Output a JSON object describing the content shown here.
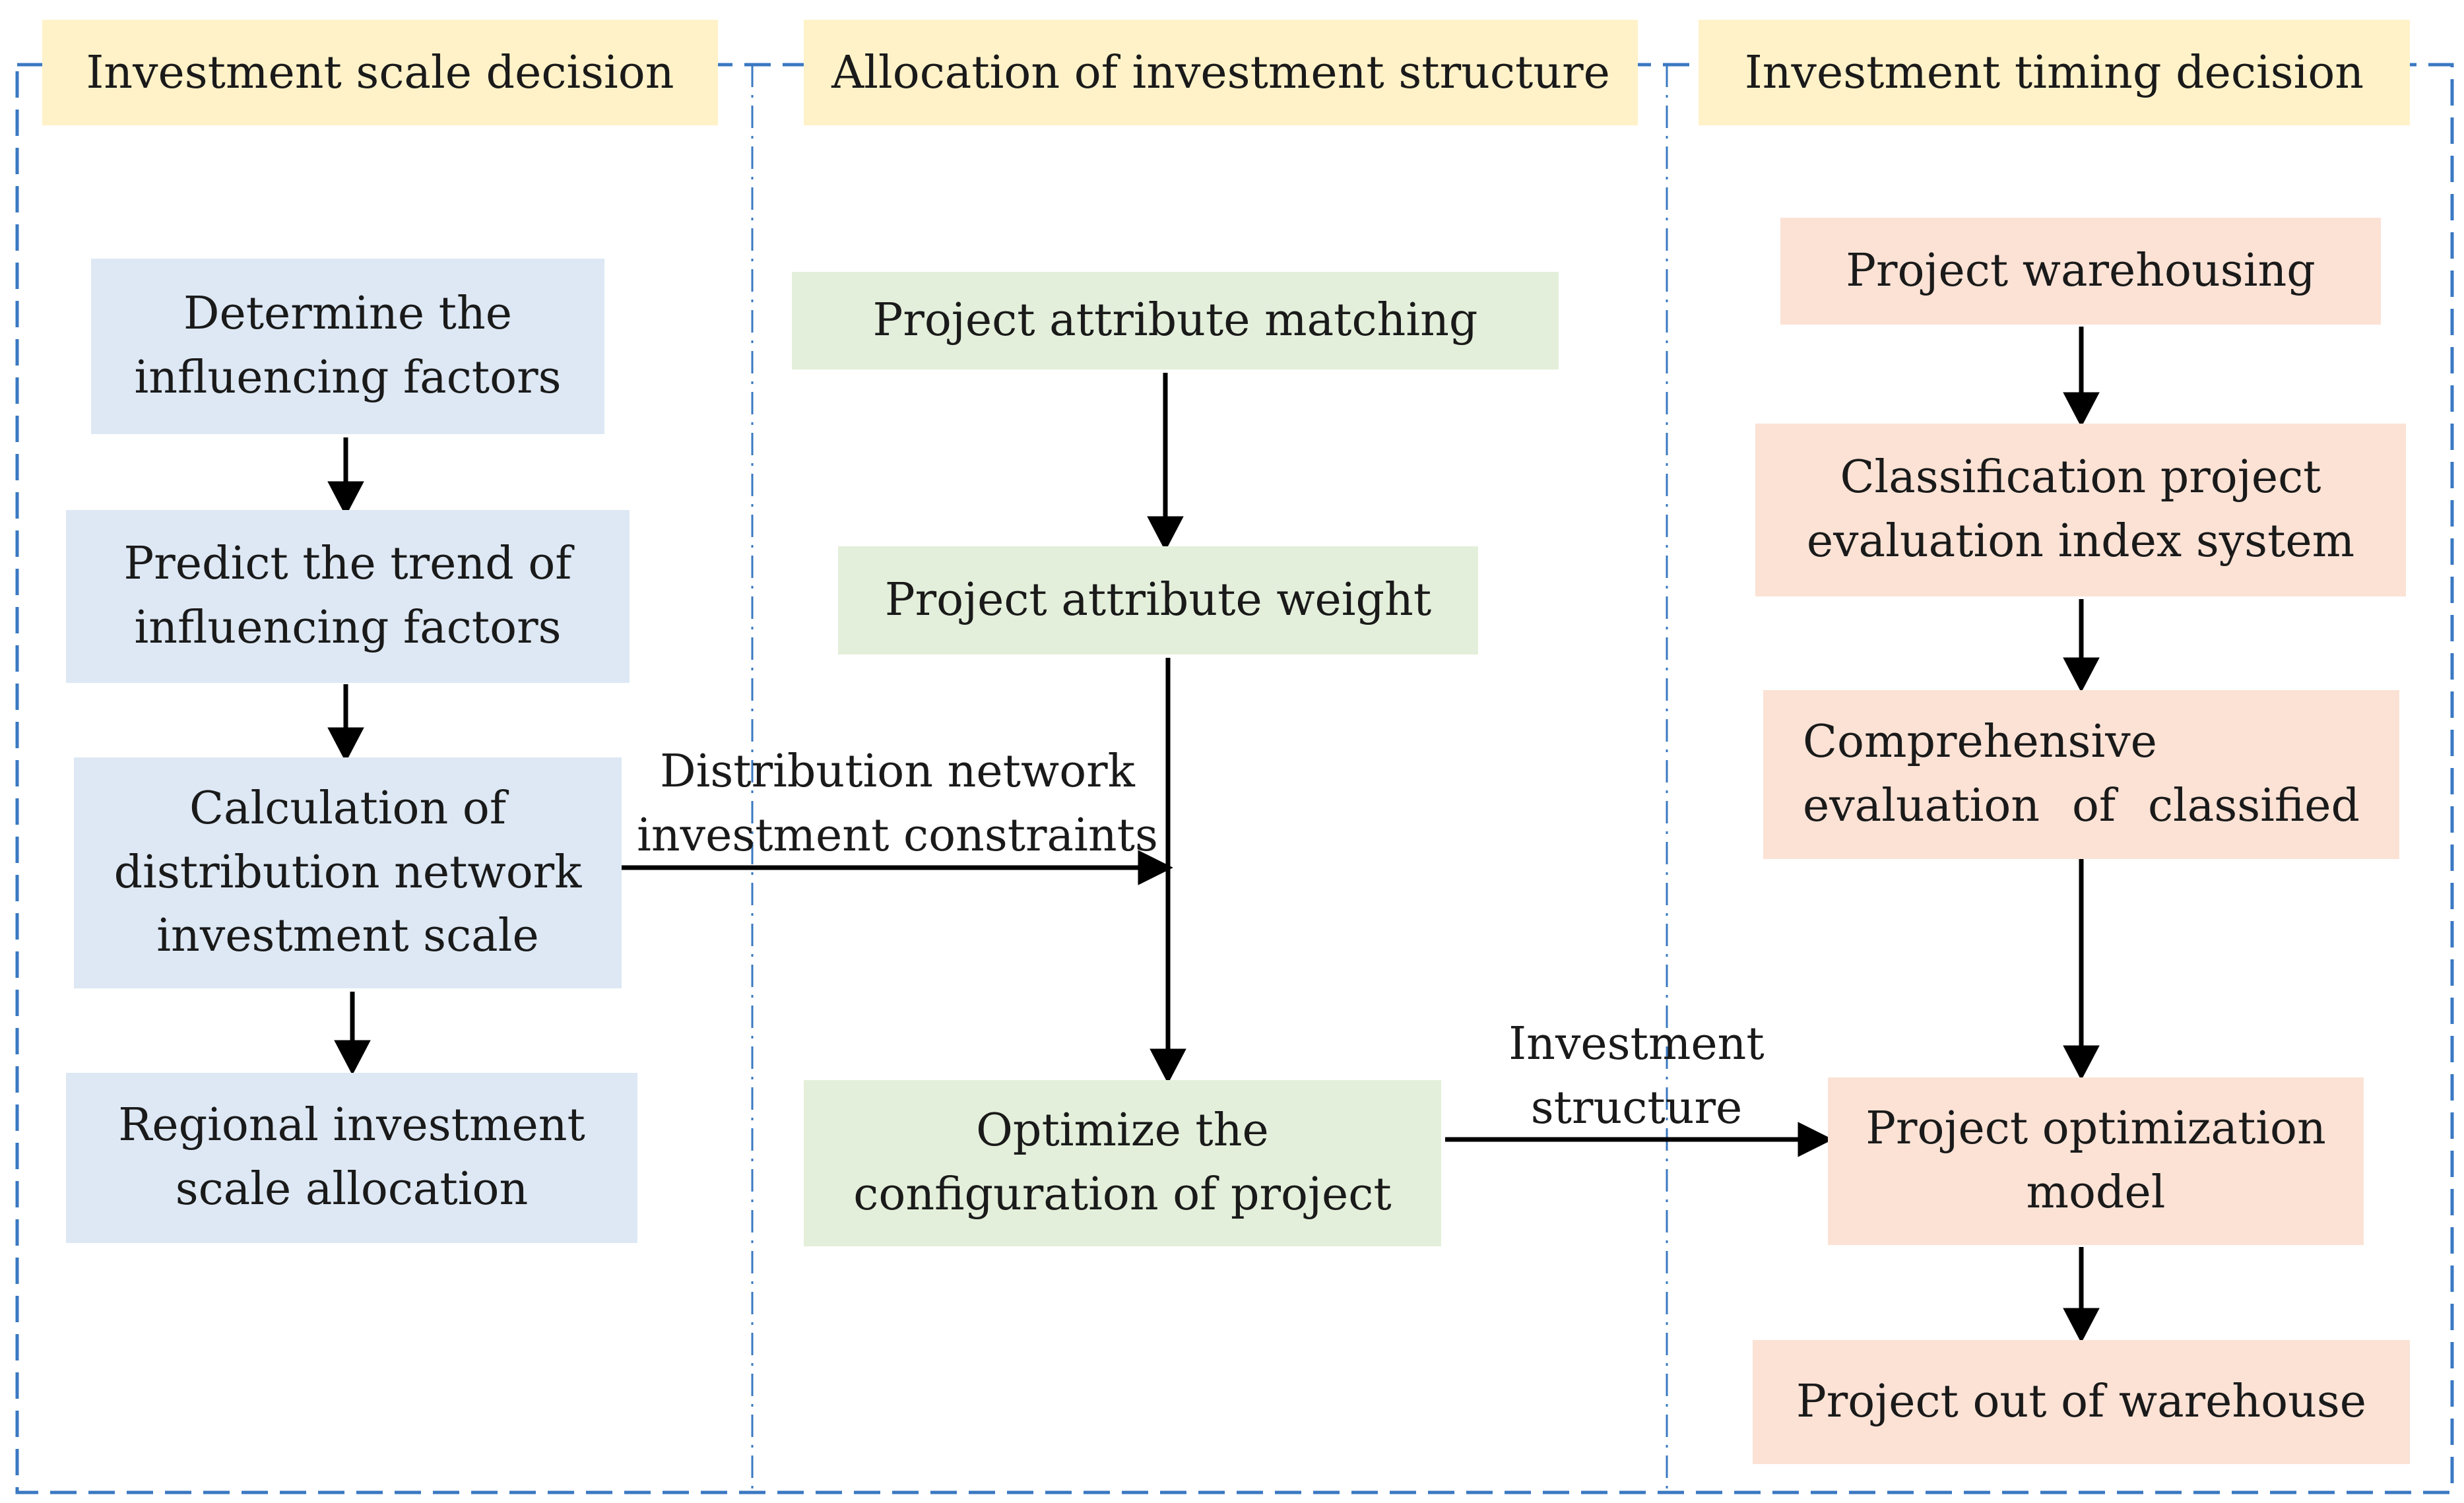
{
  "headers": {
    "scale": "Investment scale decision",
    "structure": "Allocation of investment structure",
    "timing": "Investment timing decision"
  },
  "scale_column": {
    "box1": [
      "Determine the",
      "influencing factors"
    ],
    "box2": [
      "Predict the trend of",
      "influencing factors"
    ],
    "box3": [
      "Calculation of",
      "distribution network",
      "investment scale"
    ],
    "box4": [
      "Regional investment",
      "scale allocation"
    ]
  },
  "structure_column": {
    "box1": "Project attribute matching",
    "box2": "Project attribute weight",
    "box3": [
      "Optimize the",
      "configuration of project"
    ]
  },
  "timing_column": {
    "box1": "Project warehousing",
    "box2": [
      "Classification project",
      "evaluation index system"
    ],
    "box3_line1": "Comprehensive",
    "box3_line2": [
      "evaluation",
      "of",
      "classified"
    ],
    "box4": [
      "Project optimization",
      "model"
    ],
    "box5": "Project out of warehouse"
  },
  "edge_labels": {
    "constraints": [
      "Distribution network",
      "investment constraints"
    ],
    "structure": [
      "Investment",
      "structure"
    ]
  },
  "colors": {
    "header_bg": "#fff2c8",
    "blue_box": "#dde8f4",
    "green_box": "#e3efda",
    "orange_box": "#fbe2d5",
    "frame": "#3a78c2"
  }
}
